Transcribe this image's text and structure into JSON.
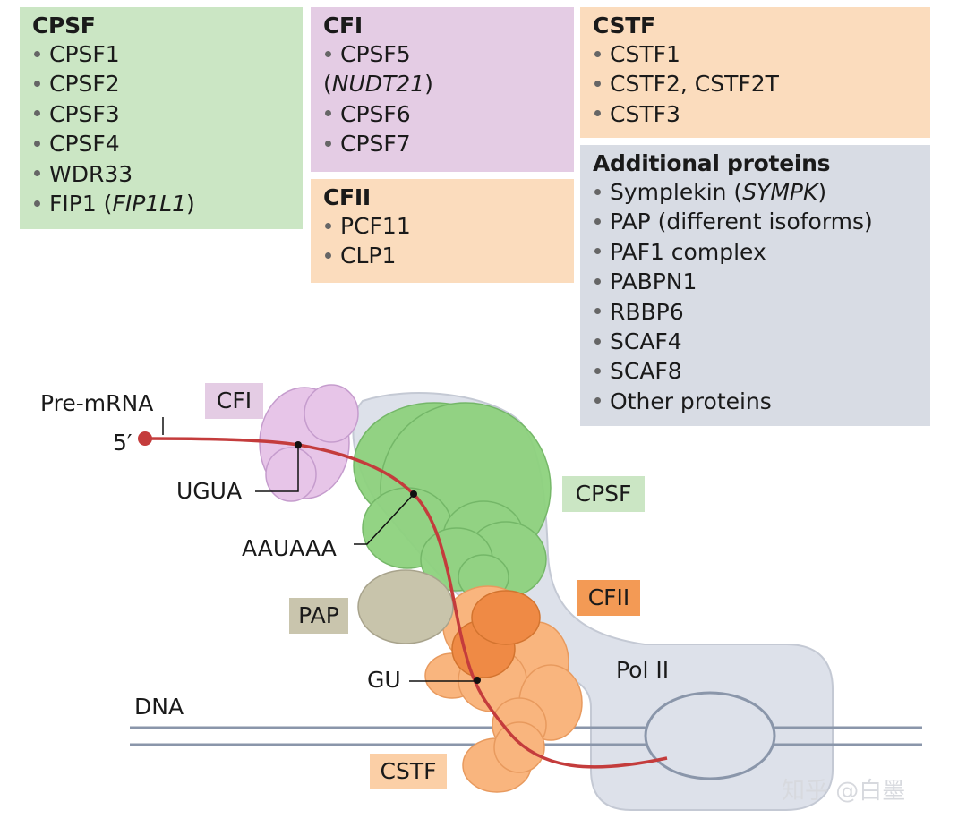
{
  "boxes": {
    "cpsf": {
      "title": "CPSF",
      "bg": "#cbe6c4",
      "items": [
        {
          "text": "CPSF1"
        },
        {
          "text": "CPSF2"
        },
        {
          "text": "CPSF3"
        },
        {
          "text": "CPSF4"
        },
        {
          "text": "WDR33"
        },
        {
          "pre": "FIP1 (",
          "ital": "FIP1L1",
          "post": ")"
        }
      ]
    },
    "cfi": {
      "title": "CFI",
      "bg": "#e4cce4",
      "items": [
        {
          "text": "CPSF5"
        },
        {
          "pre": "(",
          "ital": "NUDT21",
          "post": ")",
          "cont": true
        },
        {
          "text": "CPSF6"
        },
        {
          "text": "CPSF7"
        }
      ]
    },
    "cfii": {
      "title": "CFII",
      "bg": "#fbdcbd",
      "items": [
        {
          "text": "PCF11"
        },
        {
          "text": "CLP1"
        }
      ]
    },
    "cstf": {
      "title": "CSTF",
      "bg": "#fbdcbd",
      "items": [
        {
          "text": "CSTF1"
        },
        {
          "text": "CSTF2, CSTF2T"
        },
        {
          "text": "CSTF3"
        }
      ]
    },
    "additional": {
      "title": "Additional proteins",
      "bg": "#d8dce4",
      "items": [
        {
          "pre": "Symplekin (",
          "ital": "SYMPK",
          "post": ")"
        },
        {
          "text": "PAP (different isoforms)"
        },
        {
          "text": "PAF1 complex"
        },
        {
          "text": "PABPN1"
        },
        {
          "text": "RBBP6"
        },
        {
          "text": "SCAF4"
        },
        {
          "text": "SCAF8"
        },
        {
          "text": "Other proteins"
        }
      ]
    }
  },
  "diagram": {
    "tags": {
      "cfi": {
        "text": "CFI",
        "bg": "#e4cce4"
      },
      "cpsf": {
        "text": "CPSF",
        "bg": "#cbe6c4"
      },
      "cfii": {
        "text": "CFII",
        "bg": "#f39a55"
      },
      "pap": {
        "text": "PAP",
        "bg": "#c9c5ad"
      },
      "cstf": {
        "text": "CSTF",
        "bg": "#fbcfa6"
      }
    },
    "labels": {
      "pre_mrna": "Pre-mRNA",
      "five_prime": "5′",
      "ugua": "UGUA",
      "auuaaa": "AAUAAA",
      "gu": "GU",
      "dna": "DNA",
      "pol2": "Pol II"
    },
    "colors": {
      "rna": "#c43c3c",
      "dna": "#8a96aa",
      "pol2": "#dde1ea",
      "cpsf": "#8ed27e",
      "cfi": "#e7c5e8",
      "cfii": "#ef8a45",
      "cstf": "#f9b57e",
      "pap": "#c8c4ab"
    }
  },
  "watermark": "知乎 @白墨"
}
